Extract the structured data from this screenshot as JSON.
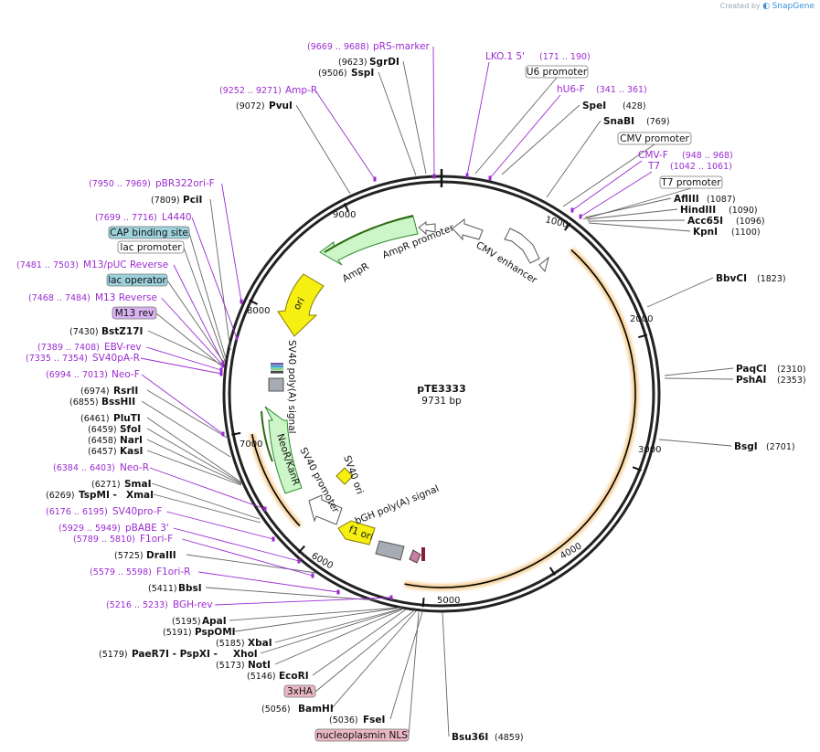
{
  "credit": {
    "prefix": "Created by",
    "brand": "SnapGene"
  },
  "plasmid": {
    "name": "pTE3333",
    "size": "9731 bp"
  },
  "ring_ticks": [
    "1000",
    "2000",
    "3000",
    "4000",
    "5000",
    "6000",
    "7000",
    "8000",
    "9000"
  ],
  "enzymes": [
    {
      "name": "SgrDI",
      "pos": "(9623)"
    },
    {
      "name": "SspI",
      "pos": "(9506)"
    },
    {
      "name": "PvuI",
      "pos": "(9072)"
    },
    {
      "name": "SpeI",
      "pos": "(428)"
    },
    {
      "name": "SnaBI",
      "pos": "(769)"
    },
    {
      "name": "AflIII",
      "pos": "(1087)"
    },
    {
      "name": "HindIII",
      "pos": "(1090)"
    },
    {
      "name": "Acc65I",
      "pos": "(1096)"
    },
    {
      "name": "KpnI",
      "pos": "(1100)"
    },
    {
      "name": "BbvCI",
      "pos": "(1823)"
    },
    {
      "name": "PaqCI",
      "pos": "(2310)"
    },
    {
      "name": "PshAI",
      "pos": "(2353)"
    },
    {
      "name": "BsgI",
      "pos": "(2701)"
    },
    {
      "name": "Bsu36I",
      "pos": "(4859)"
    },
    {
      "name": "FseI",
      "pos": "(5036)"
    },
    {
      "name": "BamHI",
      "pos": "(5056)"
    },
    {
      "name": "EcoRI",
      "pos": "(5146)"
    },
    {
      "name": "NotI",
      "pos": "(5173)"
    },
    {
      "name": "XhoI",
      "pos": "(5179)",
      "prefix": "PaeR7I  - PspXI  - "
    },
    {
      "name": "XbaI",
      "pos": "(5185)"
    },
    {
      "name": "PspOMI",
      "pos": "(5191)"
    },
    {
      "name": "ApaI",
      "pos": "(5195)"
    },
    {
      "name": "BbsI",
      "pos": "(5411)"
    },
    {
      "name": "DraIII",
      "pos": "(5725)"
    },
    {
      "name": "XmaI",
      "pos": "(6269)",
      "prefix": "TspMI  - "
    },
    {
      "name": "SmaI",
      "pos": "(6271)"
    },
    {
      "name": "KasI",
      "pos": "(6457)"
    },
    {
      "name": "NarI",
      "pos": "(6458)"
    },
    {
      "name": "SfoI",
      "pos": "(6459)"
    },
    {
      "name": "PluTI",
      "pos": "(6461)"
    },
    {
      "name": "BssHII",
      "pos": "(6855)"
    },
    {
      "name": "RsrII",
      "pos": "(6974)"
    },
    {
      "name": "BstZ17I",
      "pos": "(7430)"
    },
    {
      "name": "PciI",
      "pos": "(7809)"
    }
  ],
  "primers": [
    {
      "name": "pRS-marker",
      "pos": "(9669 .. 9688)"
    },
    {
      "name": "Amp-R",
      "pos": "(9252 .. 9271)"
    },
    {
      "name": "LKO.1 5'",
      "pos": "(171 .. 190)"
    },
    {
      "name": "hU6-F",
      "pos": "(341 .. 361)"
    },
    {
      "name": "CMV-F",
      "pos": "(948 .. 968)"
    },
    {
      "name": "T7",
      "pos": "(1042 .. 1061)"
    },
    {
      "name": "pBR322ori-F",
      "pos": "(7950 .. 7969)"
    },
    {
      "name": "L4440",
      "pos": "(7699 .. 7716)"
    },
    {
      "name": "M13/pUC Reverse",
      "pos": "(7481 .. 7503)"
    },
    {
      "name": "M13 Reverse",
      "pos": "(7468 .. 7484)"
    },
    {
      "name": "EBV-rev",
      "pos": "(7389 .. 7408)"
    },
    {
      "name": "SV40pA-R",
      "pos": "(7335 .. 7354)"
    },
    {
      "name": "Neo-F",
      "pos": "(6994 .. 7013)"
    },
    {
      "name": "Neo-R",
      "pos": "(6384 .. 6403)"
    },
    {
      "name": "SV40pro-F",
      "pos": "(6176 .. 6195)"
    },
    {
      "name": "pBABE 3'",
      "pos": "(5929 .. 5949)"
    },
    {
      "name": "F1ori-F",
      "pos": "(5789 .. 5810)"
    },
    {
      "name": "F1ori-R",
      "pos": "(5579 .. 5598)"
    },
    {
      "name": "BGH-rev",
      "pos": "(5216 .. 5233)"
    }
  ],
  "boxes": [
    {
      "label": "U6 promoter",
      "style": "white"
    },
    {
      "label": "CMV promoter",
      "style": "white"
    },
    {
      "label": "T7 promoter",
      "style": "white"
    },
    {
      "label": "CAP binding site",
      "style": "blue"
    },
    {
      "label": "lac promoter",
      "style": "white"
    },
    {
      "label": "lac operator",
      "style": "blue"
    },
    {
      "label": "M13 rev",
      "style": "purple"
    },
    {
      "label": "3xHA",
      "style": "pink"
    },
    {
      "label": "nucleoplasmin NLS",
      "style": "pink"
    }
  ],
  "features": [
    {
      "label": "AmpR promoter"
    },
    {
      "label": "AmpR"
    },
    {
      "label": "ori"
    },
    {
      "label": "CMV enhancer"
    },
    {
      "label": "SV40 poly(A) signal"
    },
    {
      "label": "NeoR/KanR"
    },
    {
      "label": "SV40 ori"
    },
    {
      "label": "SV40 promoter"
    },
    {
      "label": "bGH poly(A) signal"
    },
    {
      "label": "f1 ori"
    }
  ],
  "colors": {
    "primer": "#9b2bd1",
    "ampr": "#ccf5c8",
    "ori": "#f5ef12",
    "orange_arc": "#e39b1c",
    "box_blue": "#9dd2dc",
    "box_purple": "#d9b3f0",
    "box_pink": "#e9b7c3",
    "gray_feature": "#a7abb3"
  }
}
